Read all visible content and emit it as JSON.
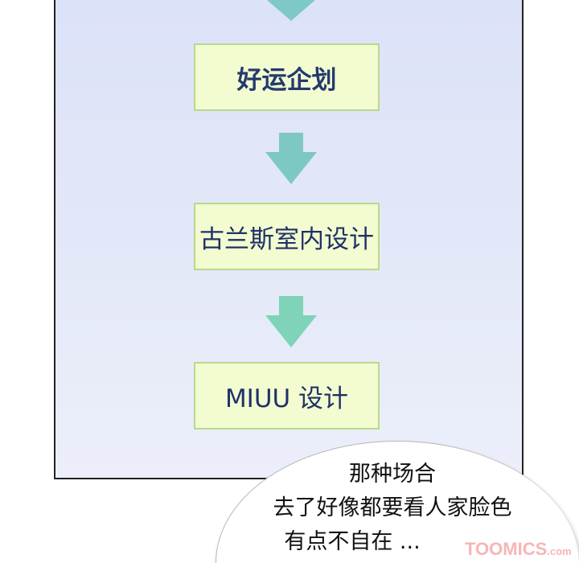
{
  "flowchart": {
    "steps": [
      "好运企划",
      "古兰斯室内设计",
      "MIUU 设计"
    ],
    "arrow_colors": [
      "#7ec8c8",
      "#7ec8c4",
      "#7fd3b8"
    ],
    "box_fill": "#f3fbd0",
    "box_border": "#b9d98a"
  },
  "speech_bubble": {
    "lines": [
      "那种场合",
      "去了好像都要看人家脸色",
      "有点不自在 ..."
    ]
  },
  "watermark": {
    "text": "TOOMICS",
    "suffix": ".com"
  }
}
